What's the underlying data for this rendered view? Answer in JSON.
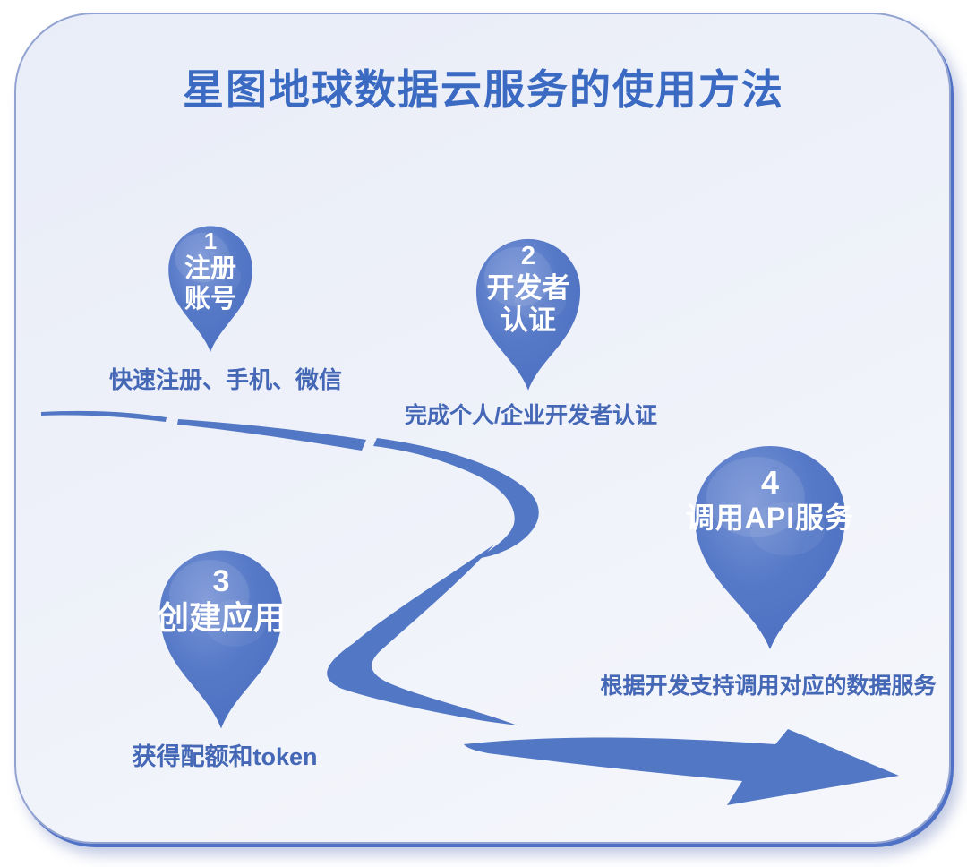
{
  "title": "星图地球数据云服务的使用方法",
  "colors": {
    "accent_blue": "#5277c5",
    "title_blue": "#3b6ac3",
    "caption_blue": "#4467b6",
    "card_background_top": "#e9edf8",
    "card_background_bottom": "#f5f7fc",
    "card_border": "#4f72c6",
    "pin_text": "#ffffff"
  },
  "steps": [
    {
      "number": "1",
      "label_lines": [
        "注册",
        "账号"
      ],
      "caption": "快速注册、手机、微信"
    },
    {
      "number": "2",
      "label_lines": [
        "开发者",
        "认证"
      ],
      "caption": "完成个人/企业开发者认证"
    },
    {
      "number": "3",
      "label_lines": [
        "创建应用"
      ],
      "caption": "获得配额和token"
    },
    {
      "number": "4",
      "label_lines": [
        "调用API服务"
      ],
      "caption": "根据开发支持调用对应的数据服务"
    }
  ]
}
